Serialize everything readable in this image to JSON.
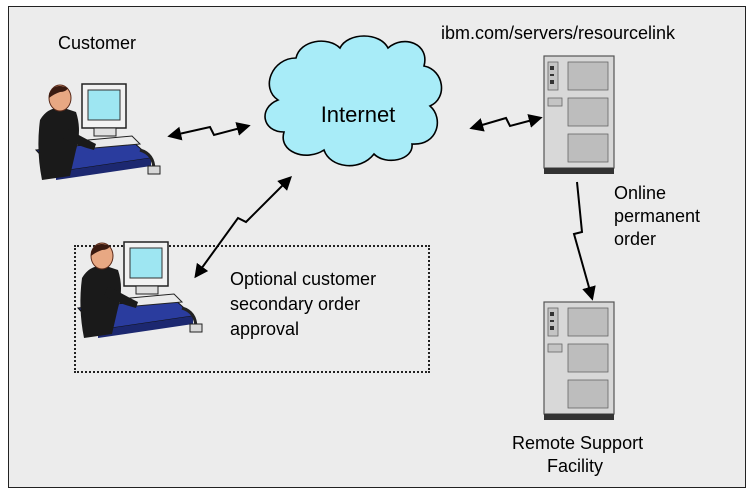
{
  "labels": {
    "customer": "Customer",
    "server_url": "ibm.com/servers/resourcelink",
    "internet": "Internet",
    "online_order_1": "Online",
    "online_order_2": "permanent",
    "online_order_3": "order",
    "approval_1": "Optional customer",
    "approval_2": "secondary order",
    "approval_3": "approval",
    "rsf_1": "Remote Support",
    "rsf_2": "Facility"
  },
  "colors": {
    "background": "#ececec",
    "cloud_fill": "#a8ecf8",
    "cloud_stroke": "#000000",
    "server_body": "#d8d8d8",
    "monitor_screen": "#9ee6f2",
    "desk": "#2a3c9e",
    "suit": "#1a1a1a",
    "skin": "#e8a883"
  },
  "icons": {
    "customer": "customer-workstation-icon",
    "approver": "approver-workstation-icon",
    "resourcelink_server": "server-tower-icon",
    "rsf_server": "server-tower-icon",
    "cloud": "internet-cloud-icon"
  }
}
